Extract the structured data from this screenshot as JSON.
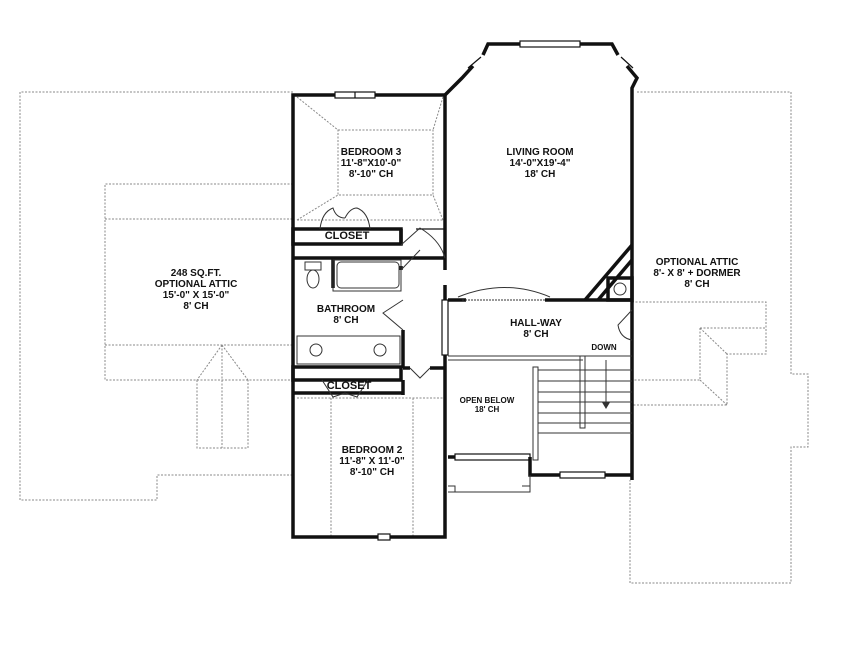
{
  "plan": {
    "type": "second-floor plan",
    "rooms": [
      {
        "id": "bedroom3",
        "name": "BEDROOM 3",
        "dims": "11'-8\"X10'-0\"",
        "ceiling": "8'-10\" CH"
      },
      {
        "id": "living",
        "name": "LIVING ROOM",
        "dims": "14'-0\"X19'-4\"",
        "ceiling": "18' CH"
      },
      {
        "id": "attic_left",
        "area": "248 SQ.FT.",
        "name": "OPTIONAL ATTIC",
        "dims": "15'-0\" X 15'-0\"",
        "ceiling": "8' CH"
      },
      {
        "id": "attic_right",
        "name": "OPTIONAL ATTIC",
        "dims": "8'- X 8' + DORMER",
        "ceiling": "8' CH"
      },
      {
        "id": "closet_top",
        "name": "CLOSET"
      },
      {
        "id": "bathroom",
        "name": "BATHROOM",
        "ceiling": "8' CH"
      },
      {
        "id": "hallway",
        "name": "HALL-WAY",
        "ceiling": "8' CH"
      },
      {
        "id": "closet_bottom",
        "name": "CLOSET"
      },
      {
        "id": "open_below",
        "name": "OPEN BELOW",
        "ceiling": "18' CH"
      },
      {
        "id": "bedroom2",
        "name": "BEDROOM 2",
        "dims": "11'-8\" X 11'-0\"",
        "ceiling": "8'-10\" CH"
      }
    ],
    "stair": {
      "label": "DOWN"
    }
  },
  "colors": {
    "wall": "#111111",
    "dotted": "#888888",
    "fixture": "#333333",
    "background": "#ffffff"
  }
}
